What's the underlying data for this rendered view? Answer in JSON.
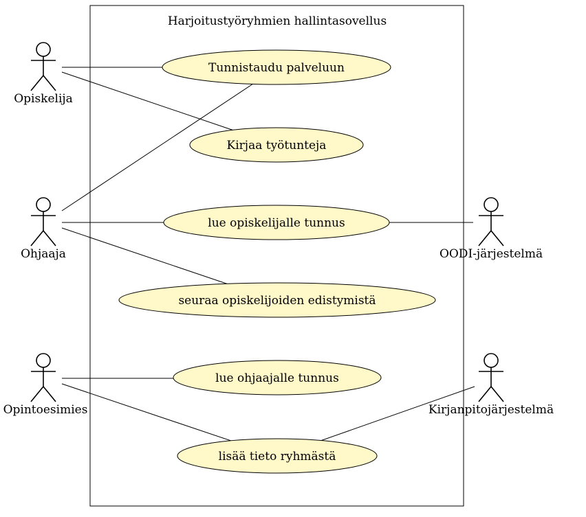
{
  "system": {
    "title": "Harjoitustyöryhmien hallintasovellus"
  },
  "actors": [
    {
      "id": "opiskelija",
      "label": "Opiskelija"
    },
    {
      "id": "ohjaaja",
      "label": "Ohjaaja"
    },
    {
      "id": "opintoesimies",
      "label": "Opintoesimies"
    },
    {
      "id": "oodi",
      "label": "OODI-järjestelmä"
    },
    {
      "id": "kirjanpito",
      "label": "Kirjanpitojärjestelmä"
    }
  ],
  "use_cases": [
    {
      "id": "tunnistaudu",
      "label": "Tunnistaudu palveluun"
    },
    {
      "id": "kirjaa",
      "label": "Kirjaa työtunteja"
    },
    {
      "id": "lue_opiskelija",
      "label": "lue opiskelijalle tunnus"
    },
    {
      "id": "seuraa",
      "label": "seuraa opiskelijoiden edistymistä"
    },
    {
      "id": "lue_ohjaaja",
      "label": "lue ohjaajalle tunnus"
    },
    {
      "id": "lisaa",
      "label": "lisää tieto ryhmästä"
    }
  ],
  "associations": [
    [
      "opiskelija",
      "tunnistaudu"
    ],
    [
      "opiskelija",
      "kirjaa"
    ],
    [
      "ohjaaja",
      "tunnistaudu"
    ],
    [
      "ohjaaja",
      "lue_opiskelija"
    ],
    [
      "ohjaaja",
      "seuraa"
    ],
    [
      "lue_opiskelija",
      "oodi"
    ],
    [
      "opintoesimies",
      "lue_ohjaaja"
    ],
    [
      "opintoesimies",
      "lisaa"
    ],
    [
      "lisaa",
      "kirjanpito"
    ]
  ],
  "colors": {
    "use_case_fill": "#fff8c8",
    "stroke": "#000000"
  }
}
